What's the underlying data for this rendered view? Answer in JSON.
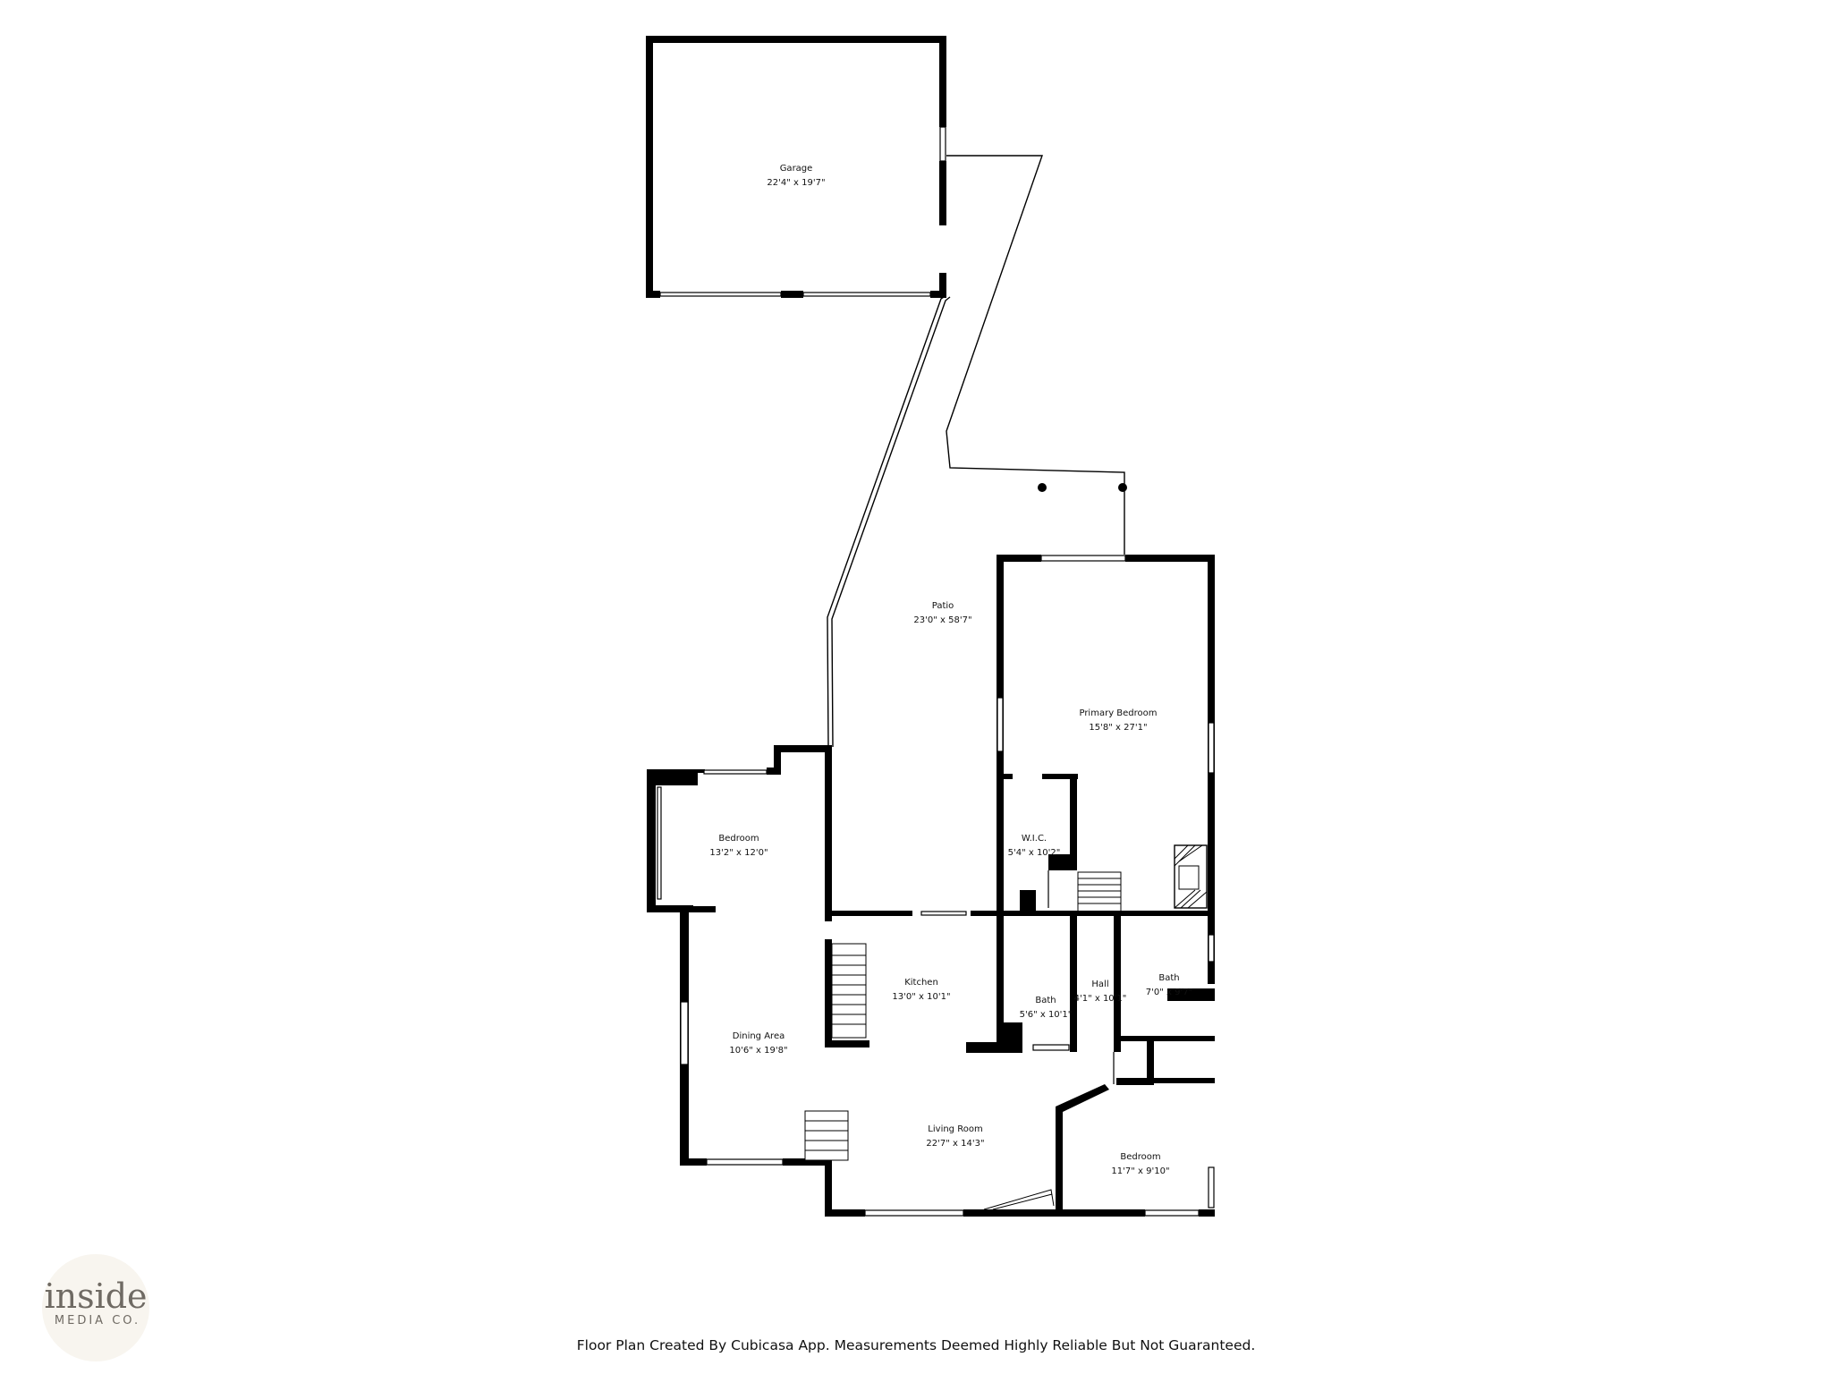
{
  "rooms": {
    "garage": {
      "name": "Garage",
      "dims": "22'4\" x 19'7\""
    },
    "patio": {
      "name": "Patio",
      "dims": "23'0\" x 58'7\""
    },
    "primary_bedroom": {
      "name": "Primary Bedroom",
      "dims": "15'8\" x 27'1\""
    },
    "wic": {
      "name": "W.I.C.",
      "dims": "5'4\" x 10'2\""
    },
    "bedroom_west": {
      "name": "Bedroom",
      "dims": "13'2\" x 12'0\""
    },
    "kitchen": {
      "name": "Kitchen",
      "dims": "13'0\" x 10'1\""
    },
    "bath_1": {
      "name": "Bath",
      "dims": "5'6\" x 10'1\""
    },
    "hall": {
      "name": "Hall",
      "dims": "4'1\" x 10'1\""
    },
    "bath_2": {
      "name": "Bath",
      "dims": "7'0\" x 9'7\""
    },
    "dining_area": {
      "name": "Dining Area",
      "dims": "10'6\" x 19'8\""
    },
    "living_room": {
      "name": "Living Room",
      "dims": "22'7\" x 14'3\""
    },
    "bedroom_east": {
      "name": "Bedroom",
      "dims": "11'7\" x 9'10\""
    }
  },
  "logo": {
    "main": "inside",
    "sub": "MEDIA CO."
  },
  "footer": {
    "text": "Floor Plan Created By Cubicasa App. Measurements Deemed Highly Reliable But Not Guaranteed."
  }
}
